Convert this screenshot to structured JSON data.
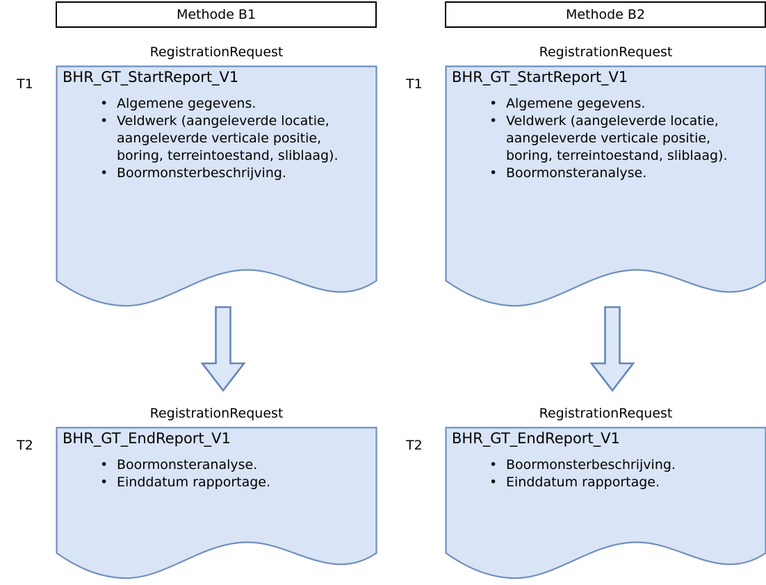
{
  "colors": {
    "doc_fill": "#d9e4f6",
    "doc_stroke": "#6d8fc0",
    "header_stroke": "#000000",
    "arrow_fill": "#dce7f7",
    "arrow_stroke": "#6486bb",
    "text": "#000000"
  },
  "headers": [
    {
      "label": "Methode B1"
    },
    {
      "label": "Methode B2"
    }
  ],
  "columns": [
    {
      "method": "Methode B1",
      "steps": [
        {
          "time_label": "T1",
          "caption": "RegistrationRequest",
          "title": "BHR_GT_StartReport_V1",
          "bullets": [
            "Algemene gegevens.",
            "Veldwerk (aangeleverde locatie, aangeleverde verticale positie, boring, terreintoestand, sliblaag).",
            "Boormonsterbeschrijving."
          ]
        },
        {
          "time_label": "T2",
          "caption": "RegistrationRequest",
          "title": "BHR_GT_EndReport_V1",
          "bullets": [
            "Boormonsteranalyse.",
            "Einddatum rapportage."
          ]
        }
      ],
      "arrow": {
        "name": "down-arrow",
        "direction": "down"
      }
    },
    {
      "method": "Methode B2",
      "steps": [
        {
          "time_label": "T1",
          "caption": "RegistrationRequest",
          "title": "BHR_GT_StartReport_V1",
          "bullets": [
            "Algemene gegevens.",
            "Veldwerk (aangeleverde locatie, aangeleverde verticale positie, boring, terreintoestand, sliblaag).",
            "Boormonsteranalyse."
          ]
        },
        {
          "time_label": "T2",
          "caption": "RegistrationRequest",
          "title": "BHR_GT_EndReport_V1",
          "bullets": [
            "Boormonsterbeschrijving.",
            "Einddatum rapportage."
          ]
        }
      ],
      "arrow": {
        "name": "down-arrow",
        "direction": "down"
      }
    }
  ],
  "bullet_glyph": "•"
}
